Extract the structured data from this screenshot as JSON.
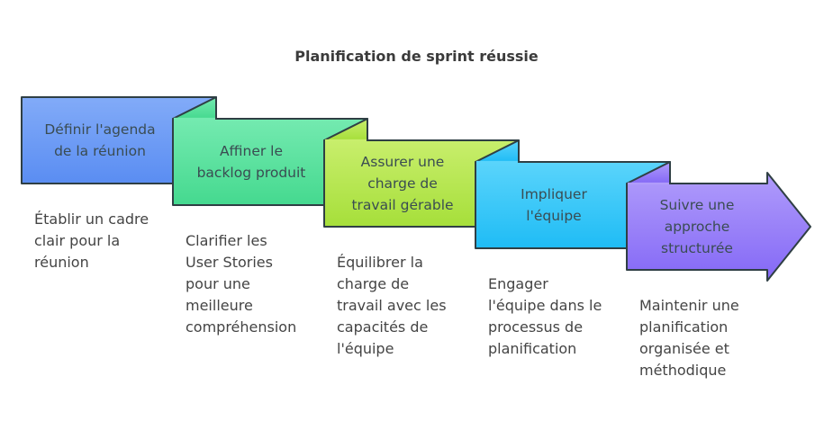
{
  "title": "Planification de sprint réussie",
  "steps": [
    {
      "label": "Définir l'agenda de la réunion",
      "label_lines": [
        "Définir l'agenda",
        "de la réunion"
      ],
      "description": "Établir un cadre\nclair pour la\nréunion",
      "color_top": "#82abf8",
      "color_bottom": "#5a8df2"
    },
    {
      "label": "Affiner le backlog produit",
      "label_lines": [
        "Affiner le",
        "backlog produit"
      ],
      "description": "Clarifier les\nUser Stories\npour une\nmeilleure\ncompréhension",
      "color_top": "#74eab0",
      "color_bottom": "#45d98f"
    },
    {
      "label": "Assurer une charge de travail gérable",
      "label_lines": [
        "Assurer une",
        "charge de",
        "travail gérable"
      ],
      "description": "Équilibrer la\ncharge de\ntravail avec les\ncapacités de\nl'équipe",
      "color_top": "#c8ee6c",
      "color_bottom": "#a6df3a"
    },
    {
      "label": "Impliquer l'équipe",
      "label_lines": [
        "Impliquer",
        "l'équipe"
      ],
      "description": "Engager\nl'équipe dans le\nprocessus de\nplanification",
      "color_top": "#5ad4fb",
      "color_bottom": "#1fbcf5"
    },
    {
      "label": "Suivre une approche structurée",
      "label_lines": [
        "Suivre une",
        "approche",
        "structurée"
      ],
      "description": "Maintenir une\nplanification\norganisée et\nméthodique",
      "color_top": "#b09cfb",
      "color_bottom": "#8468f6"
    }
  ],
  "stroke_color": "#2f3f44"
}
